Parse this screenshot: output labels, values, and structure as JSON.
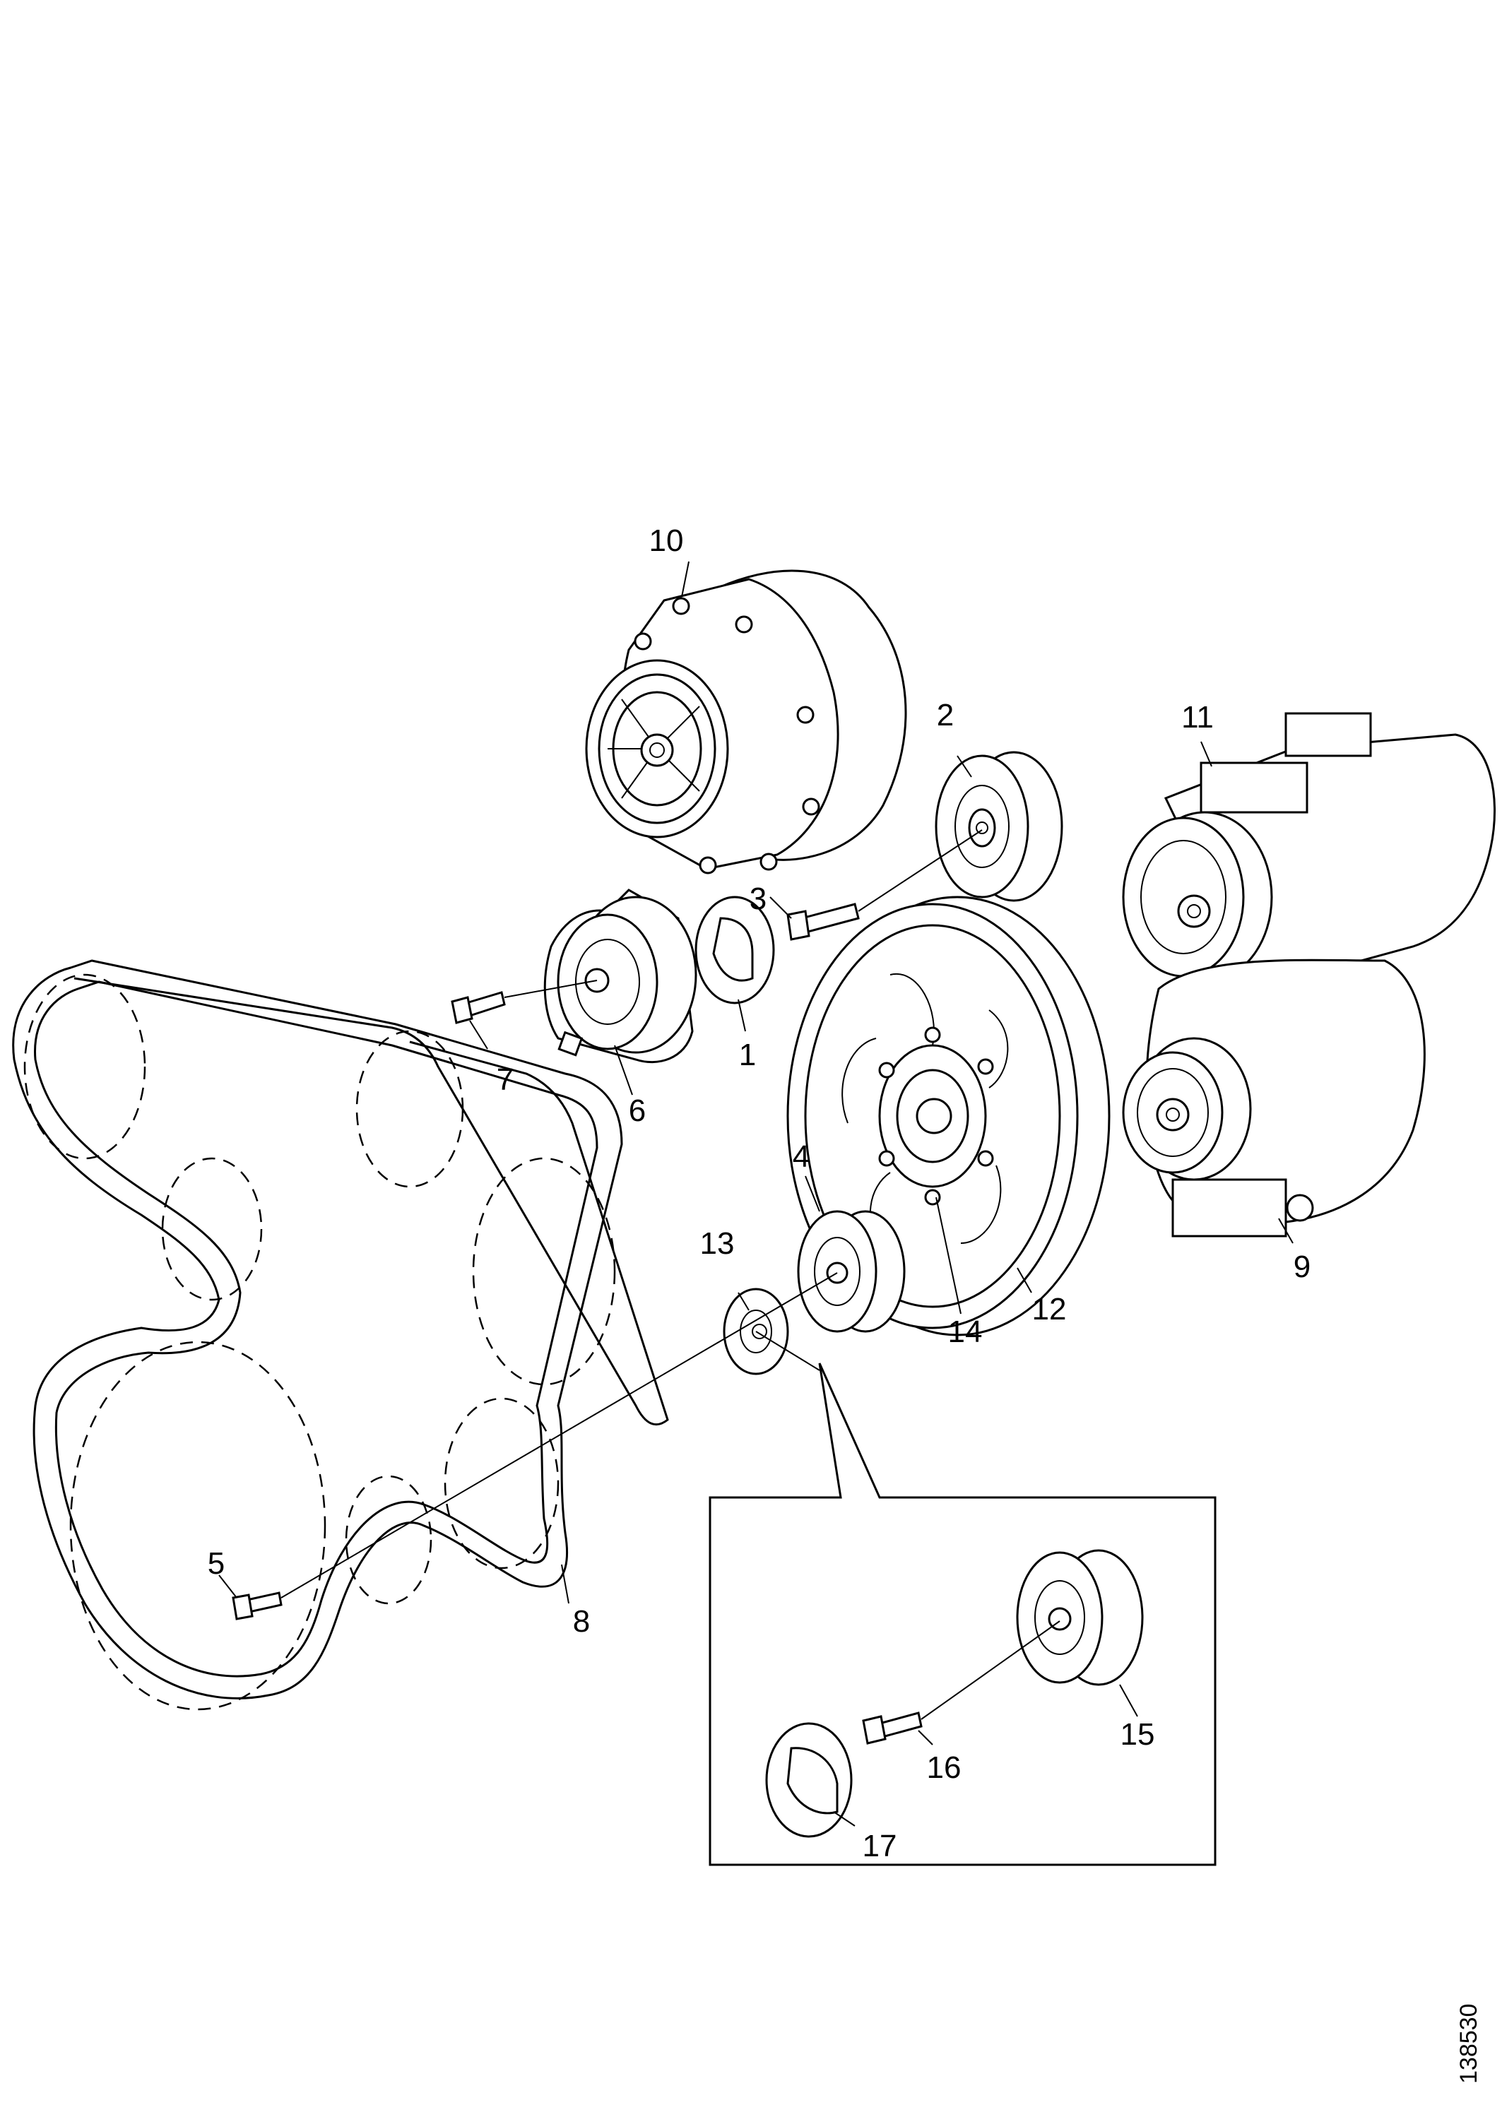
{
  "figure_id": "138530",
  "callouts": {
    "c1": "1",
    "c2": "2",
    "c3": "3",
    "c4": "4",
    "c5": "5",
    "c6": "6",
    "c7": "7",
    "c8": "8",
    "c9": "9",
    "c10": "10",
    "c11": "11",
    "c12": "12",
    "c13": "13",
    "c14": "14",
    "c15": "15",
    "c16": "16",
    "c17": "17"
  }
}
